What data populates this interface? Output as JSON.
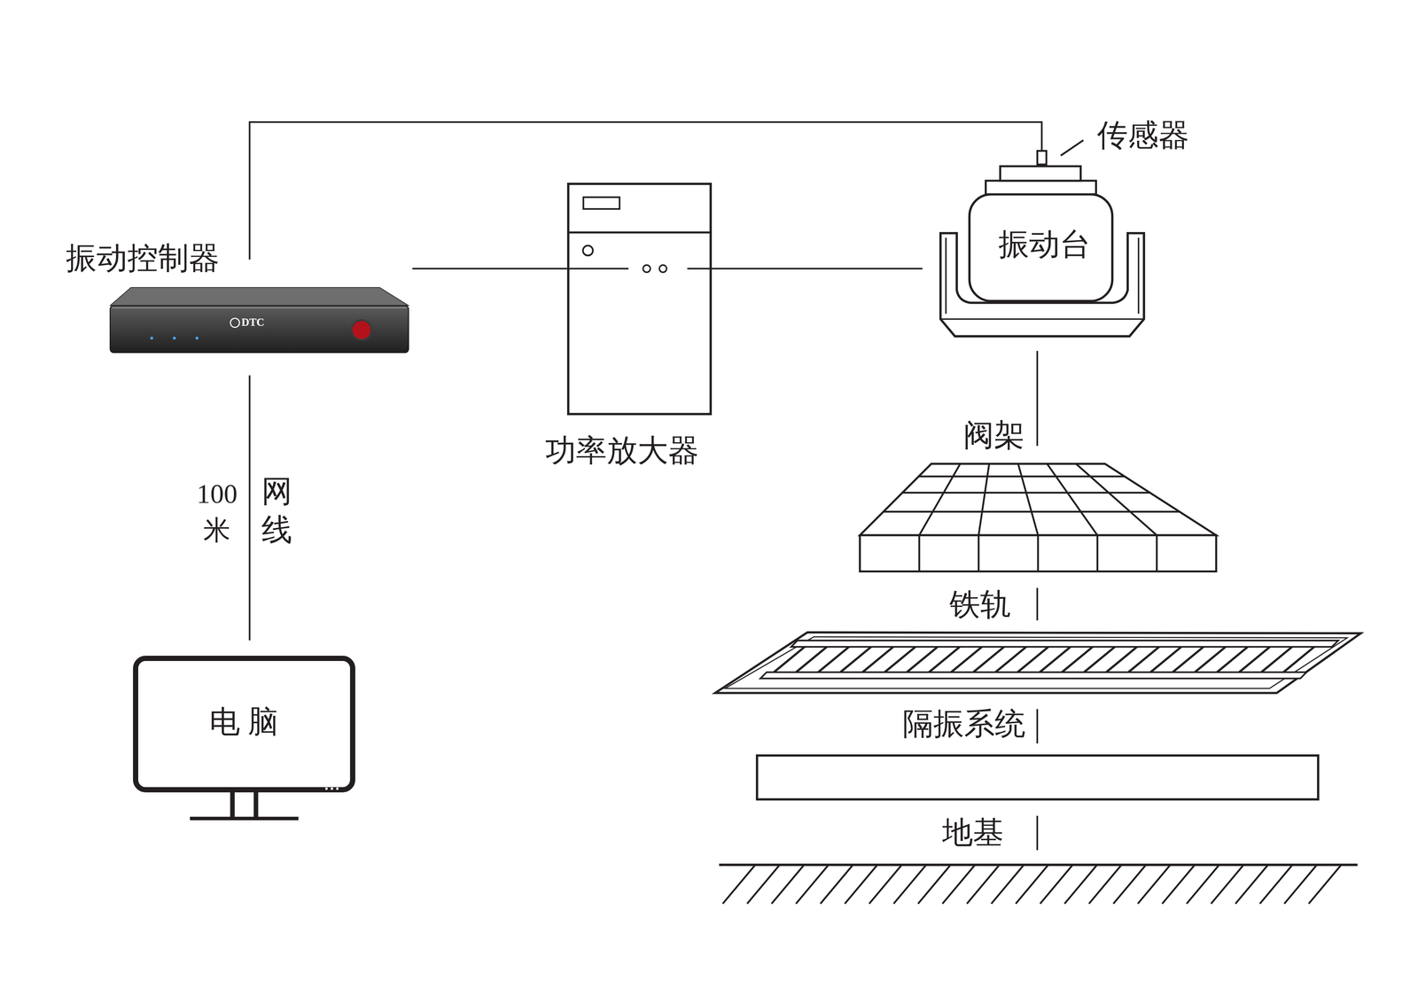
{
  "diagram": {
    "nodes": [
      {
        "text": [
          "振动控制器",
          "DTC"
        ]
      },
      {
        "text": [
          "电 脑"
        ]
      },
      {
        "text": [
          "功率放大器"
        ]
      },
      {
        "text": [
          "振动台"
        ]
      },
      {
        "text": [
          "传感器"
        ]
      },
      {
        "text": [
          "阀架"
        ]
      },
      {
        "text": [
          "铁轨"
        ]
      },
      {
        "text": [
          "隔振系统"
        ]
      },
      {
        "text": [
          "地基"
        ]
      }
    ],
    "edges": [
      {
        "from": 0,
        "to": 2,
        "arrow": "none"
      },
      {
        "from": 2,
        "to": 3,
        "arrow": "none"
      },
      {
        "from": 0,
        "to": 1,
        "label": "网线",
        "arrow": "none"
      },
      {
        "from": 0,
        "to": 4,
        "arrow": "none"
      },
      {
        "from": 3,
        "to": 5,
        "arrow": "none"
      },
      {
        "from": 5,
        "to": 6,
        "arrow": "none"
      },
      {
        "from": 6,
        "to": 7,
        "arrow": "none"
      },
      {
        "from": 7,
        "to": 8,
        "arrow": "none"
      }
    ],
    "labels": [
      "100 米"
    ]
  }
}
